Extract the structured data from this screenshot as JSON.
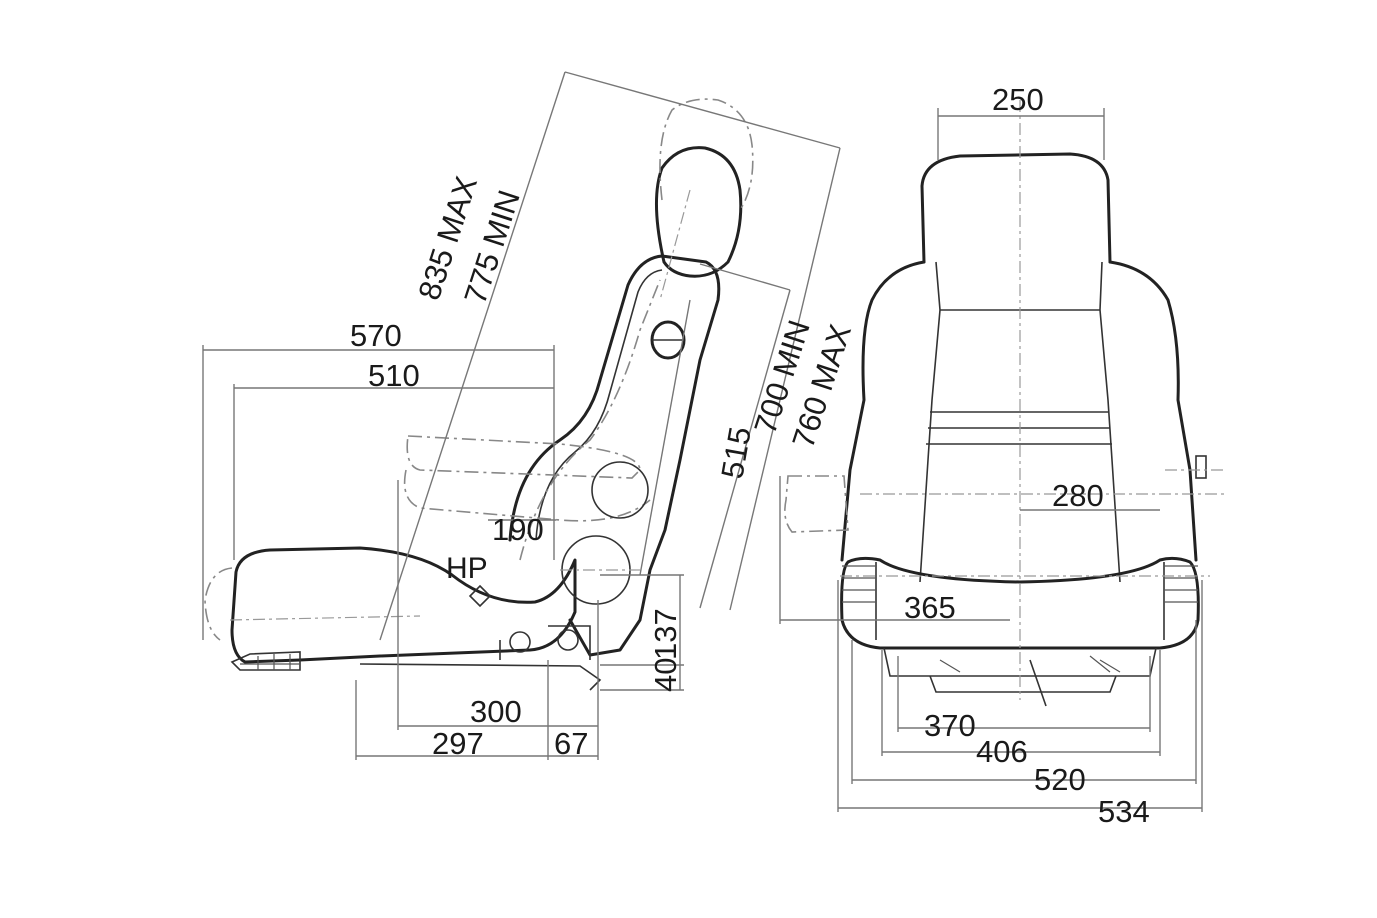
{
  "side_view": {
    "dims": {
      "d570": "570",
      "d510": "510",
      "d835": "835 MAX",
      "d775": "775 MIN",
      "d700": "700 MIN",
      "d760": "760 MAX",
      "d515": "515",
      "d190": "190",
      "hp": "HP",
      "d137": "137",
      "d40": "40",
      "d300": "300",
      "d297": "297",
      "d67": "67"
    }
  },
  "front_view": {
    "dims": {
      "d250": "250",
      "d280": "280",
      "d365": "365",
      "d370": "370",
      "d406": "406",
      "d520": "520",
      "d534": "534"
    }
  }
}
